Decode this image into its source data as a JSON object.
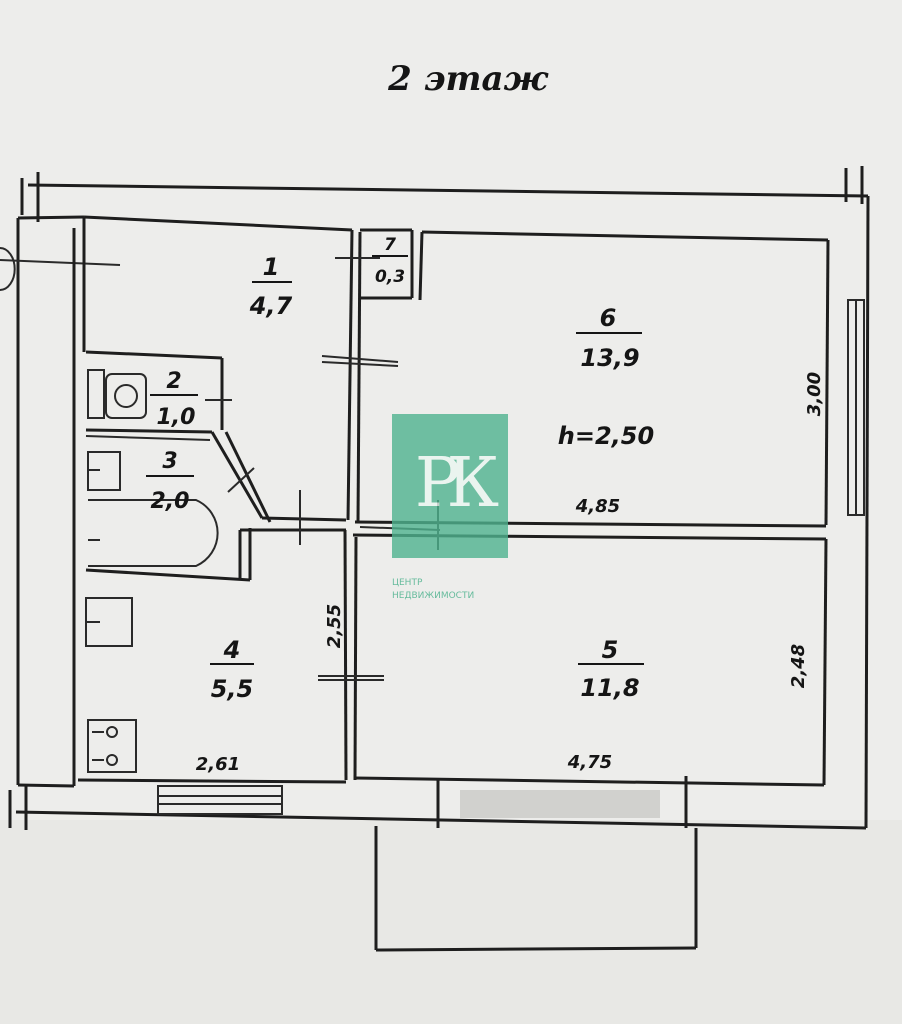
{
  "floor_title": "2 этаж",
  "ceiling_height": "h=2,50",
  "rooms": [
    {
      "num": "1",
      "area": "4,7"
    },
    {
      "num": "2",
      "area": "1,0"
    },
    {
      "num": "3",
      "area": "2,0"
    },
    {
      "num": "4",
      "area": "5,5"
    },
    {
      "num": "5",
      "area": "11,8"
    },
    {
      "num": "6",
      "area": "13,9"
    },
    {
      "num": "7",
      "area": "0,3"
    }
  ],
  "dimensions": {
    "room6_width": "4,85",
    "room6_depth": "3,00",
    "room5_width": "4,75",
    "room5_depth": "2,48",
    "room4_width": "2,61",
    "room4_depth": "2,55"
  },
  "watermark": {
    "logo_letters": "РК",
    "line1": "ЦЕНТР",
    "line2": "НЕДВИЖИМОСТИ",
    "color": "#4fb38f"
  }
}
